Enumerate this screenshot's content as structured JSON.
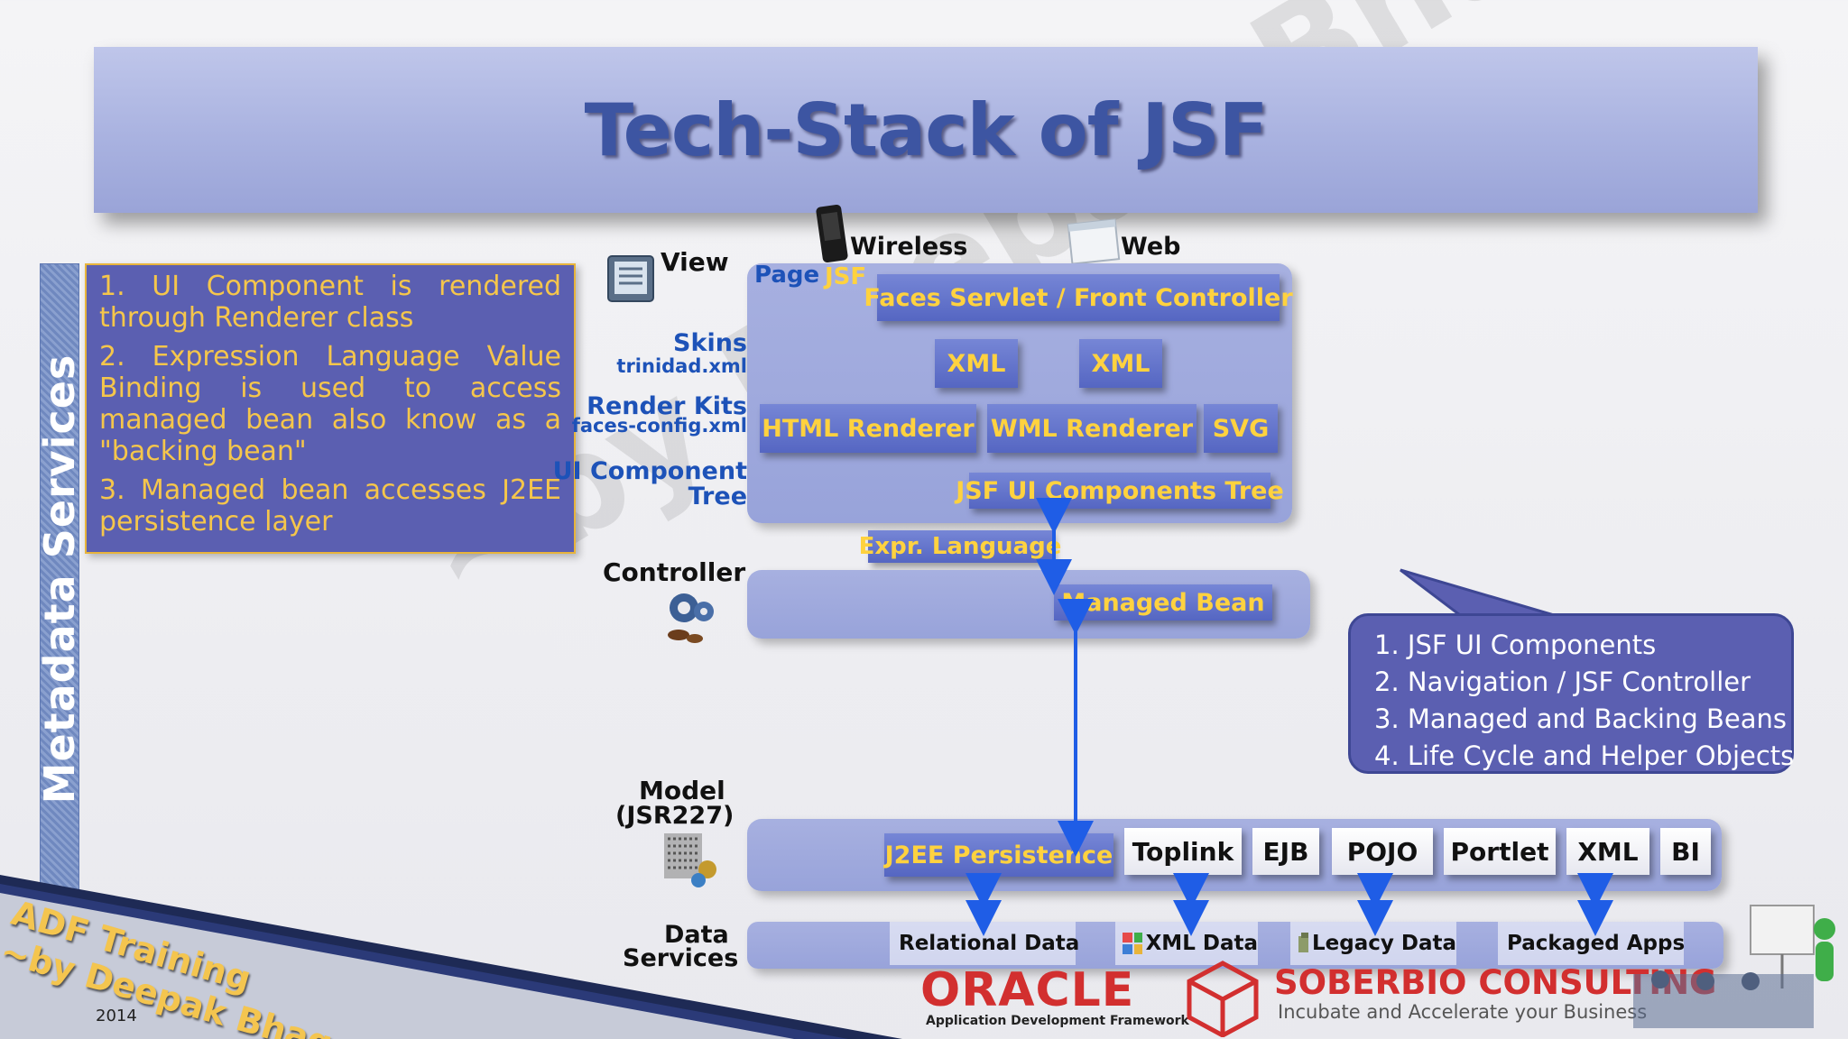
{
  "title": "Tech-Stack of JSF",
  "watermark": "~by Deepak Bhagat",
  "metadata_label": "Metadata Services",
  "notes": [
    "1. UI Component is rendered through Renderer class",
    "2. Expression Language Value Binding is used to access managed bean also know as a \"backing bean\"",
    "3. Managed bean accesses J2EE persistence layer"
  ],
  "labels": {
    "view": "View",
    "wireless": "Wireless",
    "web": "Web",
    "page": "Page",
    "jsf": "JSF",
    "skins": "Skins",
    "skins_file": "trinidad.xml",
    "render_kits": "Render Kits",
    "render_kits_file": "faces-config.xml",
    "ui_component": "UI Component",
    "tree": "Tree",
    "controller": "Controller",
    "model": "Model",
    "model_jsr": "(JSR227)",
    "data": "Data",
    "services": "Services"
  },
  "view_components": {
    "faces_servlet": "Faces Servlet / Front Controller",
    "xml_1": "XML",
    "xml_2": "XML",
    "html_renderer": "HTML Renderer",
    "wml_renderer": "WML Renderer",
    "svg": "SVG",
    "ui_tree": "JSF UI Components Tree"
  },
  "expr_language": "Expr. Language",
  "managed_bean": "Managed Bean",
  "model_components": [
    "J2EE Persistence",
    "Toplink",
    "EJB",
    "POJO",
    "Portlet",
    "XML",
    "BI"
  ],
  "data_services": [
    "Relational Data",
    "XML Data",
    "Legacy Data",
    "Packaged Apps"
  ],
  "callout": [
    "1. JSF UI Components",
    "2. Navigation / JSF Controller",
    "3. Managed and Backing Beans",
    "4. Life Cycle and Helper Objects"
  ],
  "footer": {
    "training_line1": "ADF Training",
    "training_line2": "~by Deepak Bhagat",
    "year": "2014",
    "oracle": "ORACLE",
    "oracle_sub": "Application Development Framework",
    "soberbio": "SOBERBIO CONSULTING",
    "soberbio_sub": "Incubate and Accelerate your Business"
  },
  "colors": {
    "title": "#3d55a2",
    "component_text": "#ffd23f",
    "component_bg": "#5566c2",
    "notes_bg": "#5b5fb1",
    "notes_text": "#f5c64b",
    "arrow": "#1f5de6",
    "label_blue": "#1d52b8"
  }
}
